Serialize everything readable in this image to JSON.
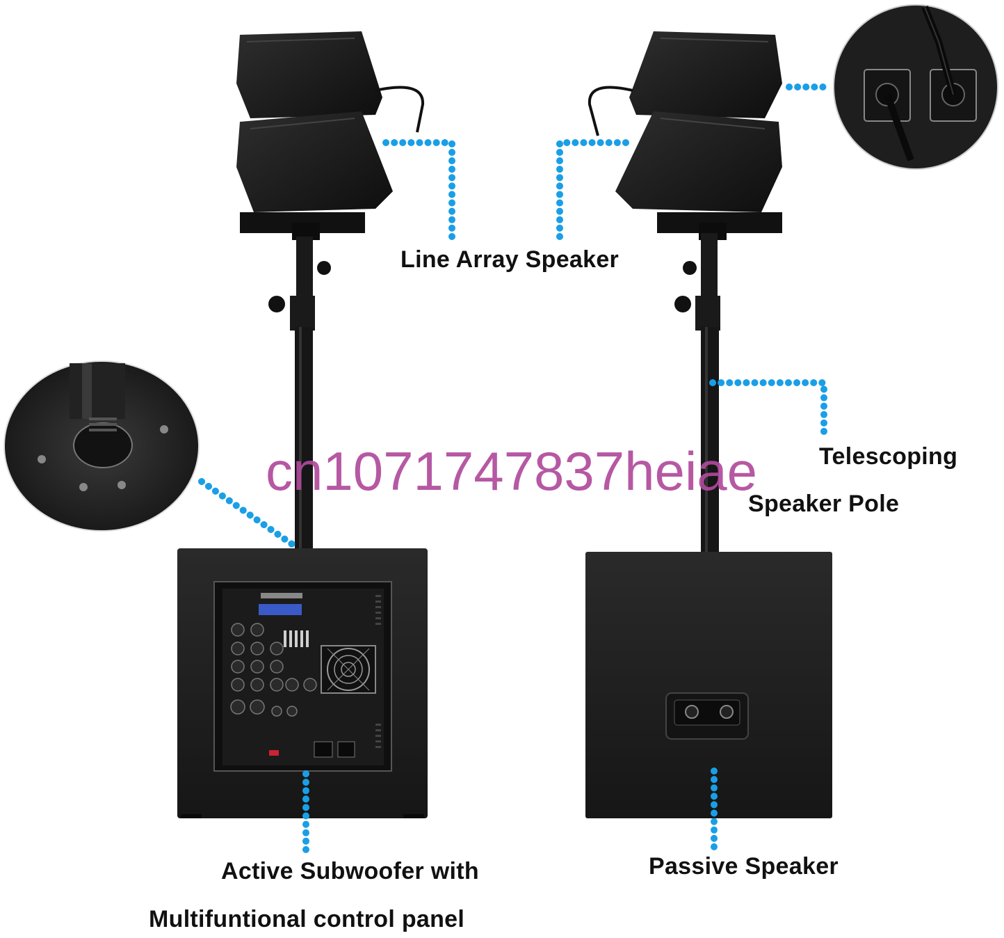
{
  "labels": {
    "line_array": "Line Array Speaker",
    "telescoping": "Telescoping",
    "speaker_pole": "Speaker Pole",
    "active_sub_1": "Active Subwoofer with",
    "active_sub_2": "Multifuntional control panel",
    "passive": "Passive Speaker"
  },
  "watermark": "cn1071747837heiae",
  "colors": {
    "dot_line": "#1a9fe6",
    "cabinet": "#1c1c1c",
    "watermark": "#b04a9c"
  }
}
